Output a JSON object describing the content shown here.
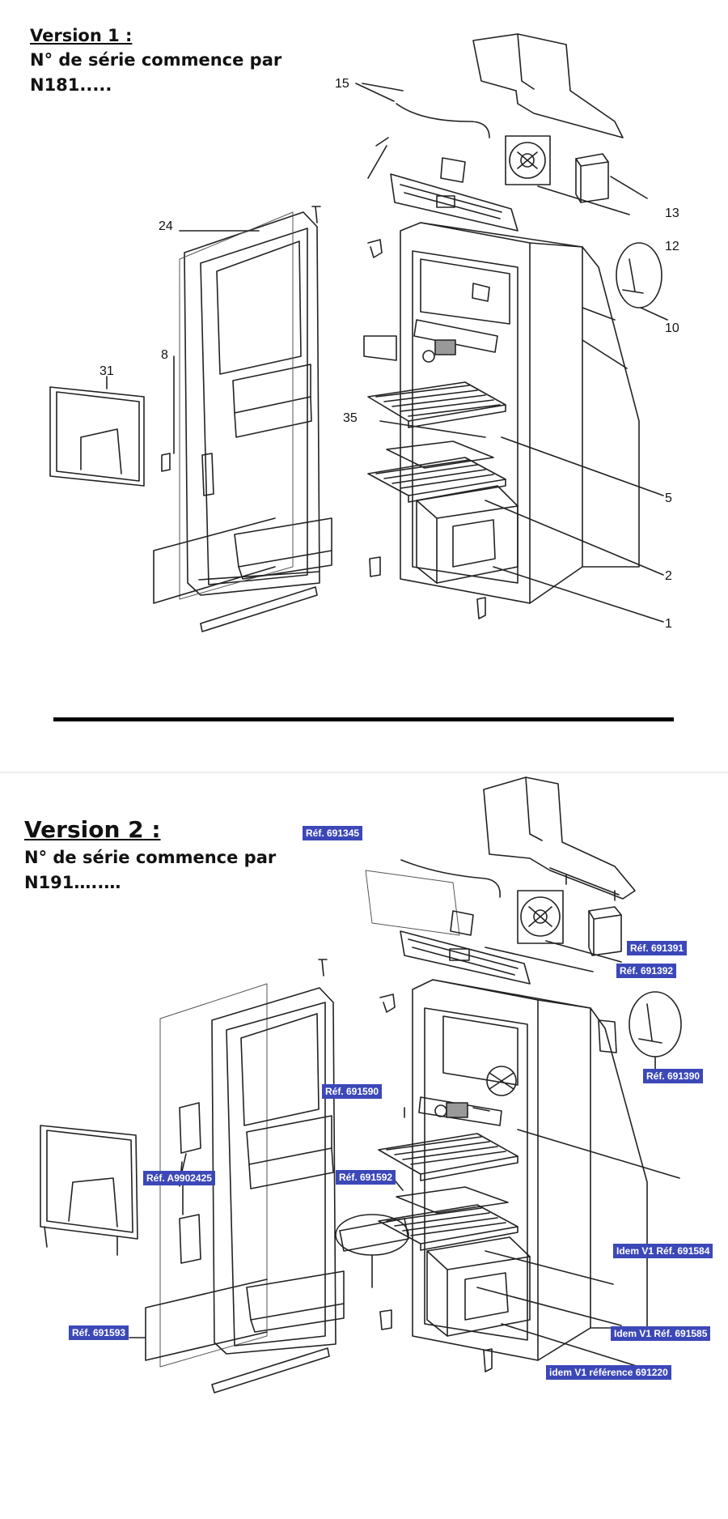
{
  "version1": {
    "title": "Version 1 :",
    "serial_line1": "N° de série commence par",
    "serial_line2": "N181.....",
    "part_numbers": [
      "15",
      "13",
      "12",
      "10",
      "24",
      "8",
      "31",
      "35",
      "5",
      "2",
      "1"
    ]
  },
  "version2": {
    "title": "Version 2 :",
    "serial_line1": "N° de série commence par",
    "serial_line2": "N191…..…",
    "references": [
      "Réf. 691345",
      "Réf. 691391",
      "Réf. 691392",
      "Réf. 691390",
      "Réf. 691590",
      "Réf. A9902425",
      "Réf. 691592",
      "Idem V1 Réf. 691584",
      "Réf. 691593",
      "Idem V1 Réf. 691585",
      "idem V1 référence 691220"
    ]
  },
  "colors": {
    "label_background": "#3c48b8",
    "label_text": "#ffffff",
    "line_art": "#222222"
  }
}
